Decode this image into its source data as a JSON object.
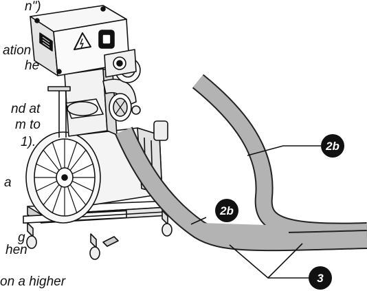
{
  "text_fragments": [
    {
      "id": "f1",
      "text": "n\")"
    },
    {
      "id": "f2",
      "text": "ation"
    },
    {
      "id": "f3",
      "text": "he"
    },
    {
      "id": "f4",
      "text": "nd at"
    },
    {
      "id": "f5",
      "text": "m to"
    },
    {
      "id": "f6",
      "text": "1)."
    },
    {
      "id": "f7",
      "text": "a"
    },
    {
      "id": "f8",
      "text": "g"
    },
    {
      "id": "f9",
      "text": "hen"
    },
    {
      "id": "f10",
      "text": "on a higher"
    }
  ],
  "callouts": [
    {
      "id": "c1",
      "label": "2b"
    },
    {
      "id": "c2",
      "label": "2b"
    },
    {
      "id": "c3",
      "label": "3"
    }
  ],
  "colors": {
    "hose_fill": "#b3b3b3",
    "hose_edge": "#222222",
    "line": "#111111",
    "callout_fill": "#111111",
    "callout_text": "#ffffff"
  }
}
